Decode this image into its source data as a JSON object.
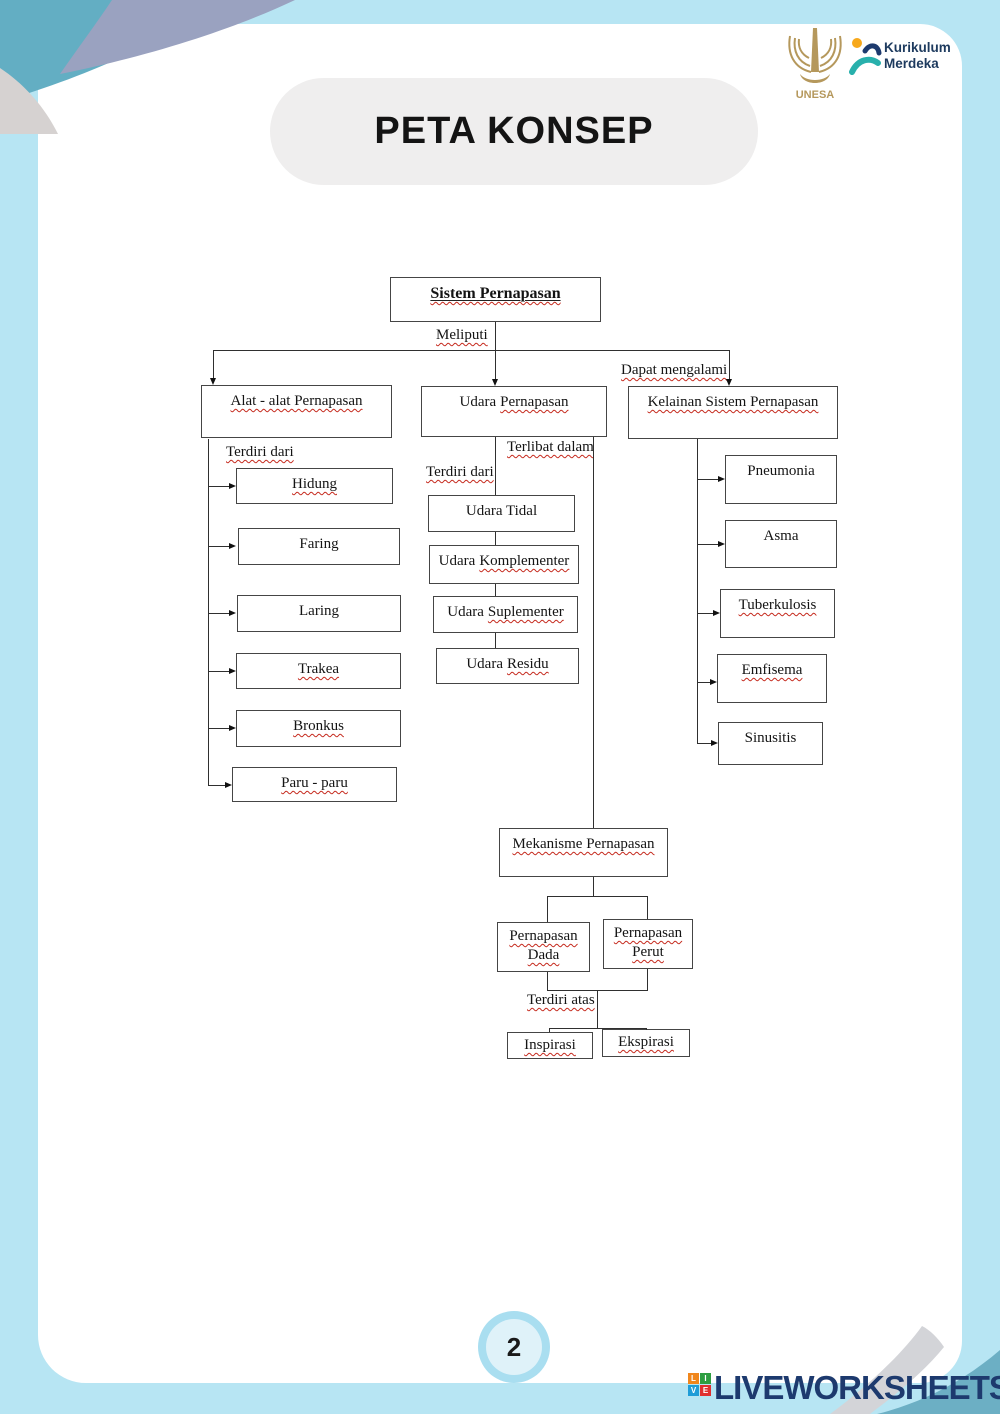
{
  "header": {
    "unesa_text": "UNESA",
    "kurikulum_merdeka": {
      "line1": "Kurikulum",
      "line2": "Merdeka"
    }
  },
  "title": "PETA KONSEP",
  "map": {
    "root_label": "Sistem Pernapasan",
    "edge_meliputi": "Meliputi",
    "edge_dapat_mengalami": "Dapat mengalami",
    "edge_terdiri_dari_alat": "Terdiri dari",
    "edge_terdiri_dari_udara": "Terdiri dari",
    "edge_terlibat_dalam": "Terlibat dalam",
    "edge_terdiri_atas": "Terdiri atas",
    "alat_label": "Alat - alat Pernapasan",
    "udara_word": "Udara",
    "pernapasan_word": "Pernapasan",
    "kelainan_label": "Kelainan Sistem Pernapasan",
    "hidung": "Hidung",
    "faring": "Faring",
    "laring": "Laring",
    "trakea": "Trakea",
    "bronkus": "Bronkus",
    "paru_paru": "Paru - paru",
    "tidal_label": "Udara Tidal",
    "komplementer_word": "Komplementer",
    "suplementer_word": "Suplementer",
    "residu_word": "Residu",
    "pneumonia": "Pneumonia",
    "asma": "Asma",
    "tuberkulosis": "Tuberkulosis",
    "emfisema": "Emfisema",
    "sinusitis": "Sinusitis",
    "mekanisme_label": "Mekanisme Pernapasan",
    "dada_label": "Pernapasan Dada",
    "perut_label": "Pernapasan Perut",
    "inspirasi": "Inspirasi",
    "ekspirasi": "Ekspirasi"
  },
  "footer": {
    "page_number": "2",
    "brand": "LIVEWORKSHEETS",
    "logo_letters": {
      "tl": "L",
      "tr": "I",
      "bl": "V",
      "br": "E"
    }
  },
  "colors": {
    "frame_blue": "#b7e5f3",
    "teal_shape": "#63aec3",
    "lavender_shape": "#9aa2c0",
    "gray_shape": "#d6d2d1",
    "squiggle_red": "#c5291d",
    "navy_brand": "#1d3a6e",
    "unesa_gold": "#b5985c",
    "pill_gray": "#efeeee"
  }
}
